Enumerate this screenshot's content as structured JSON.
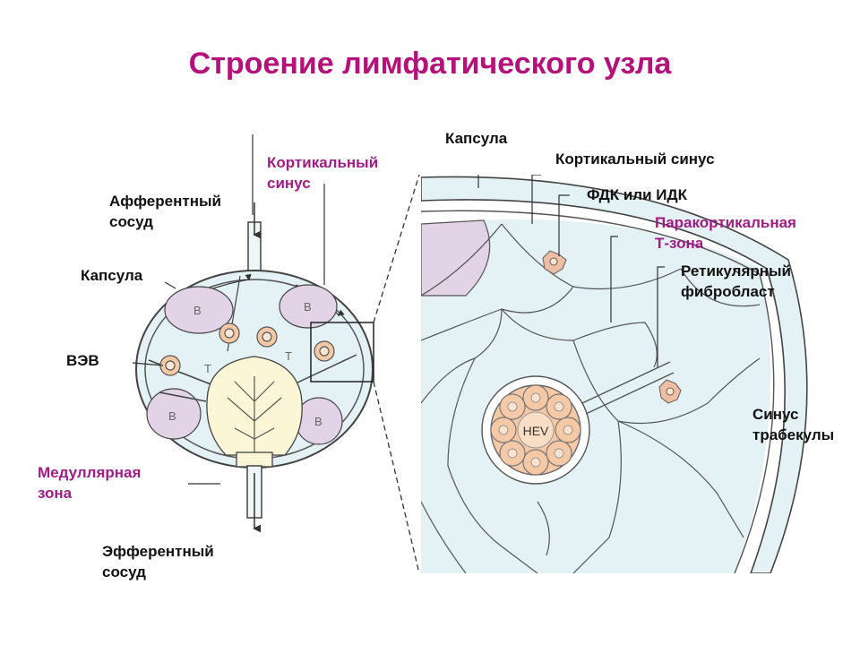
{
  "slide": {
    "title": "Строение лимфатического узла"
  },
  "colors": {
    "title": "#b5117a",
    "label_black": "#111111",
    "label_pink": "#a21c86",
    "cortex_fill": "#e4f1f5",
    "follicle_fill": "#e3d3e6",
    "medulla_fill": "#fbf6d6",
    "hev_fill": "#f5c9a6"
  },
  "left_diagram": {
    "labels": {
      "cortical_sinus_1": "Кортикальный",
      "cortical_sinus_2": "синус",
      "afferent_1": "Афферентный",
      "afferent_2": "сосуд",
      "capsule": "Капсула",
      "hev": "ВЭВ",
      "medullary_1": "Медуллярная",
      "medullary_2": "зона",
      "efferent_1": "Эфферентный",
      "efferent_2": "сосуд"
    },
    "zone_letters": {
      "b_top_left": "B",
      "b_top_right": "B",
      "b_bottom_left": "B",
      "b_bottom_right": "B",
      "t_left": "T",
      "t_right": "T"
    }
  },
  "right_diagram": {
    "labels": {
      "capsule": "Капсула",
      "cortical_sinus": "Кортикальный синус",
      "fdc_idc": "ФДК или ИДК",
      "paracortical_1": "Паракортикальная",
      "paracortical_2": "Т-зона",
      "reticular_1": "Ретикулярный",
      "reticular_2": "фибробласт",
      "trabecular_1": "Синус",
      "trabecular_2": "трабекулы",
      "hev_inner": "HEV"
    }
  }
}
